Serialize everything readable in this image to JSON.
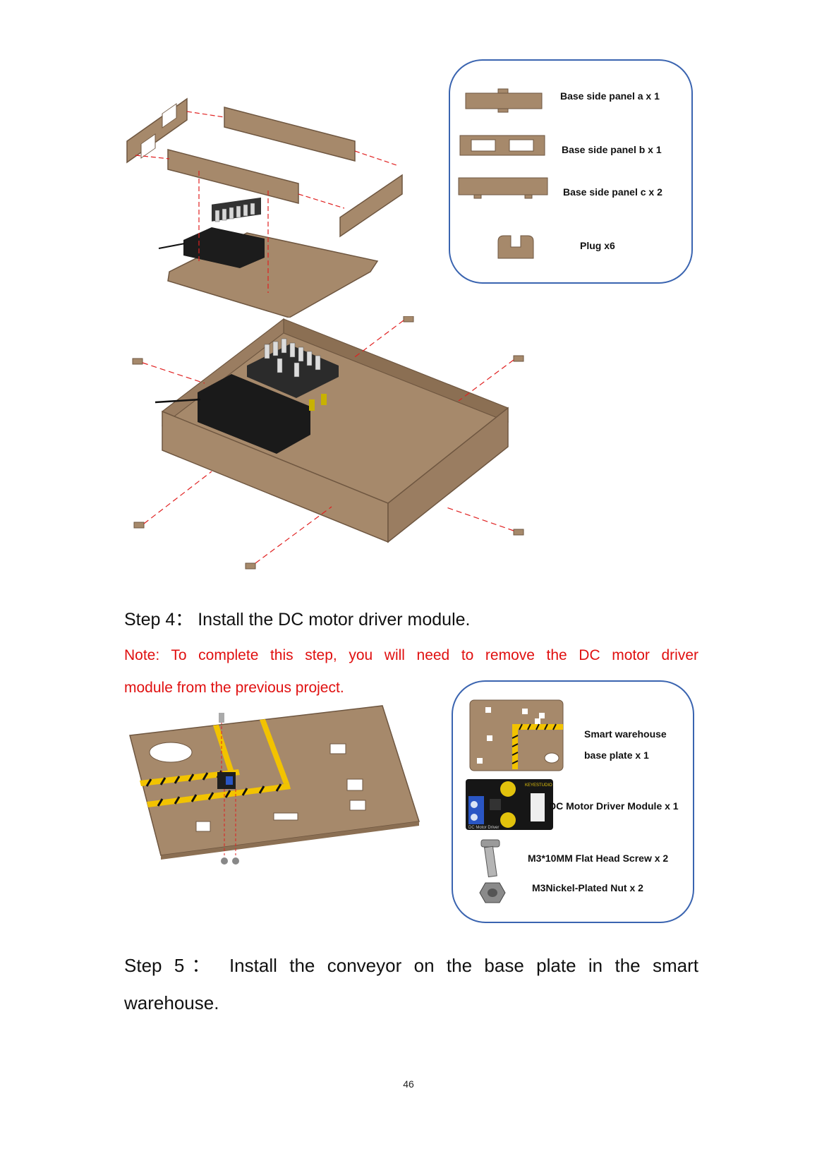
{
  "parts_box_1": {
    "items": [
      {
        "label": "Base side panel a x 1"
      },
      {
        "label": "Base side panel b x 1"
      },
      {
        "label": "Base side panel c x 2"
      },
      {
        "label": "Plug x6"
      }
    ]
  },
  "step4": {
    "title": "Step 4： Install the DC motor driver module.",
    "note_line1": "Note: To complete this step, you will need to remove the DC motor driver",
    "note_line2": "module from the previous project."
  },
  "parts_box_2": {
    "items": [
      {
        "label_line1": "Smart  warehouse",
        "label_line2": "base plate x 1"
      },
      {
        "label": "DC Motor Driver Module x 1"
      },
      {
        "label": "M3*10MM Flat Head Screw x 2"
      },
      {
        "label": "M3Nickel-Plated Nut x 2"
      }
    ],
    "module_text": "DC Motor Driver",
    "brand_text": "KEYESTUDIO"
  },
  "step5": {
    "line1": "Step 5： Install the conveyor on the base plate in the smart",
    "line2": "warehouse."
  },
  "page_number": "46",
  "colors": {
    "wood": "#a6896b",
    "wood_dark": "#8b6f53",
    "box_border": "#3a64b0",
    "note_red": "#e01010",
    "guide_red": "#e02020",
    "hazard_yellow": "#f2c300"
  }
}
